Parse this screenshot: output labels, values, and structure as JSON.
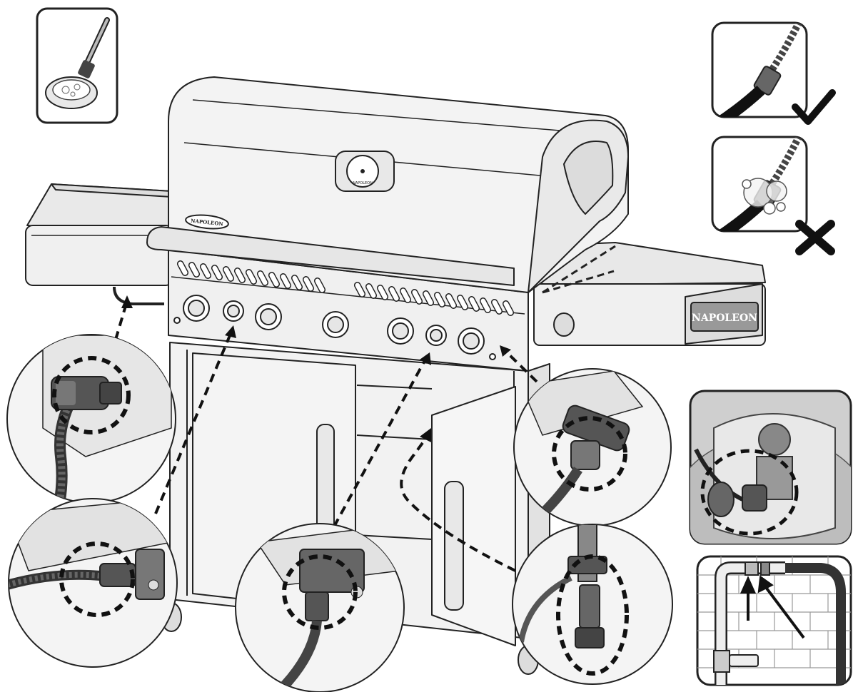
{
  "grill": {
    "brand_lid": "NAPOLEON",
    "brand_shelf": "NAPOLEON",
    "thermometer_brand": "NAPOLEON"
  },
  "icons": {
    "brush": "soap-brush-icon",
    "check": "checkmark-icon",
    "cross": "x-mark-icon",
    "no_bubbles": "connection-no-bubbles-icon",
    "bubbles": "connection-bubbles-icon",
    "tank_valve": "tank-valve-icon",
    "wall_supply": "wall-gas-supply-icon"
  },
  "colors": {
    "line": "#222222",
    "panel_fill": "#f2f2f2",
    "hose": "#333333",
    "tank_panel": "#cfcfcf"
  }
}
